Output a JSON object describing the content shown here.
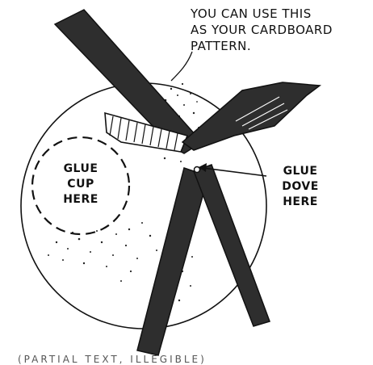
{
  "notes": {
    "pattern_note": [
      "YOU CAN USE THIS",
      "AS YOUR CARDBOARD",
      "PATTERN."
    ],
    "glue_cup": [
      "GLUE",
      "CUP",
      "HERE"
    ],
    "glue_dove": [
      "GLUE",
      "DOVE",
      "HERE"
    ],
    "footer_caption": "(PARTIAL TEXT, ILLEGIBLE)"
  },
  "colors": {
    "ink": "#111111",
    "wing_fill": "#2e2e2e",
    "paper": "#ffffff"
  }
}
